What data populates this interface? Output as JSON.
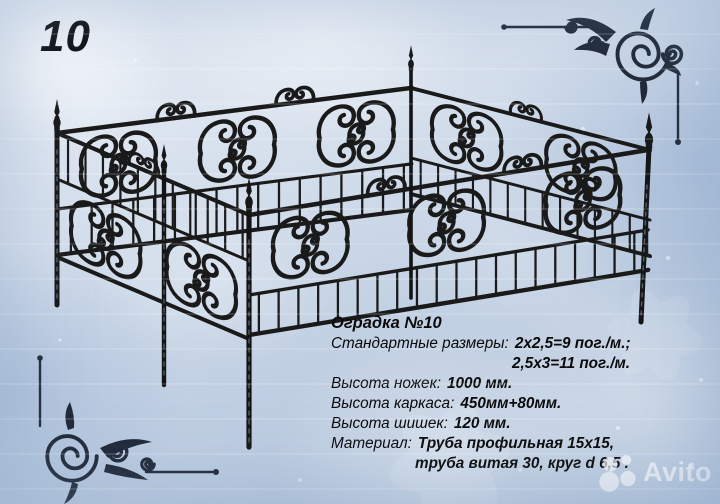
{
  "badge": {
    "number": "10"
  },
  "product": {
    "title": "Оградка №10",
    "specs": [
      {
        "label": "Стандартные размеры:",
        "value": "2х2,5=9 пог./м.;"
      },
      {
        "label": "",
        "value": "2,5х3=11 пог./м."
      },
      {
        "label": "Высота ножек:",
        "value": "1000 мм."
      },
      {
        "label": "Высота каркаса:",
        "value": "450мм+80мм."
      },
      {
        "label": "Высота шишек:",
        "value": "120 мм."
      },
      {
        "label": "Материал:",
        "value": "Труба профильная 15х15,"
      },
      {
        "label": "",
        "value": "труба витая 30, круг d 6,5 ."
      }
    ]
  },
  "watermark": {
    "brand": "Avito"
  },
  "colors": {
    "ink": "#0a0a0a",
    "metal": "#1a1a1a",
    "ornament": "#1f2836",
    "background_base": "#c3d2e4",
    "watermark": "#ffffff"
  },
  "icons": {
    "corner_ornaments": "wrought-scroll-flourish",
    "watermark_logo": "avito-four-circles"
  }
}
